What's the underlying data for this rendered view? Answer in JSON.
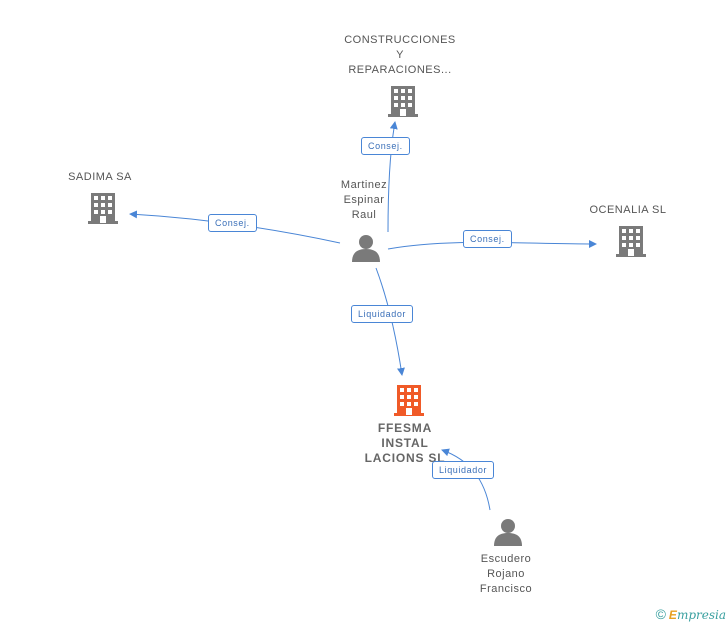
{
  "nodes": {
    "construcciones": {
      "label": [
        "CONSTRUCCIONES",
        "Y",
        "REPARACIONES..."
      ],
      "type": "company"
    },
    "sadima": {
      "label": [
        "SADIMA SA"
      ],
      "type": "company"
    },
    "ocenalia": {
      "label": [
        "OCENALIA SL"
      ],
      "type": "company"
    },
    "martinez": {
      "label": [
        "Martinez",
        "Espinar",
        "Raul"
      ],
      "type": "person"
    },
    "ffesma": {
      "label": [
        "FFESMA",
        "INSTAL",
        "LACIONS SL"
      ],
      "type": "company-main"
    },
    "escudero": {
      "label": [
        "Escudero",
        "Rojano",
        "Francisco"
      ],
      "type": "person"
    }
  },
  "edges": {
    "e_construcciones": {
      "label": "Consej."
    },
    "e_sadima": {
      "label": "Consej."
    },
    "e_ocenalia": {
      "label": "Consej."
    },
    "e_ffesma_martinez": {
      "label": "Liquidador"
    },
    "e_ffesma_escudero": {
      "label": "Liquidador"
    }
  },
  "colors": {
    "company": "#7a7a7a",
    "main": "#f05a28",
    "person": "#7a7a7a",
    "edge": "#4a86d6"
  },
  "footer": {
    "copyright": "©",
    "brand_first": "E",
    "brand_rest": "mpresia"
  }
}
